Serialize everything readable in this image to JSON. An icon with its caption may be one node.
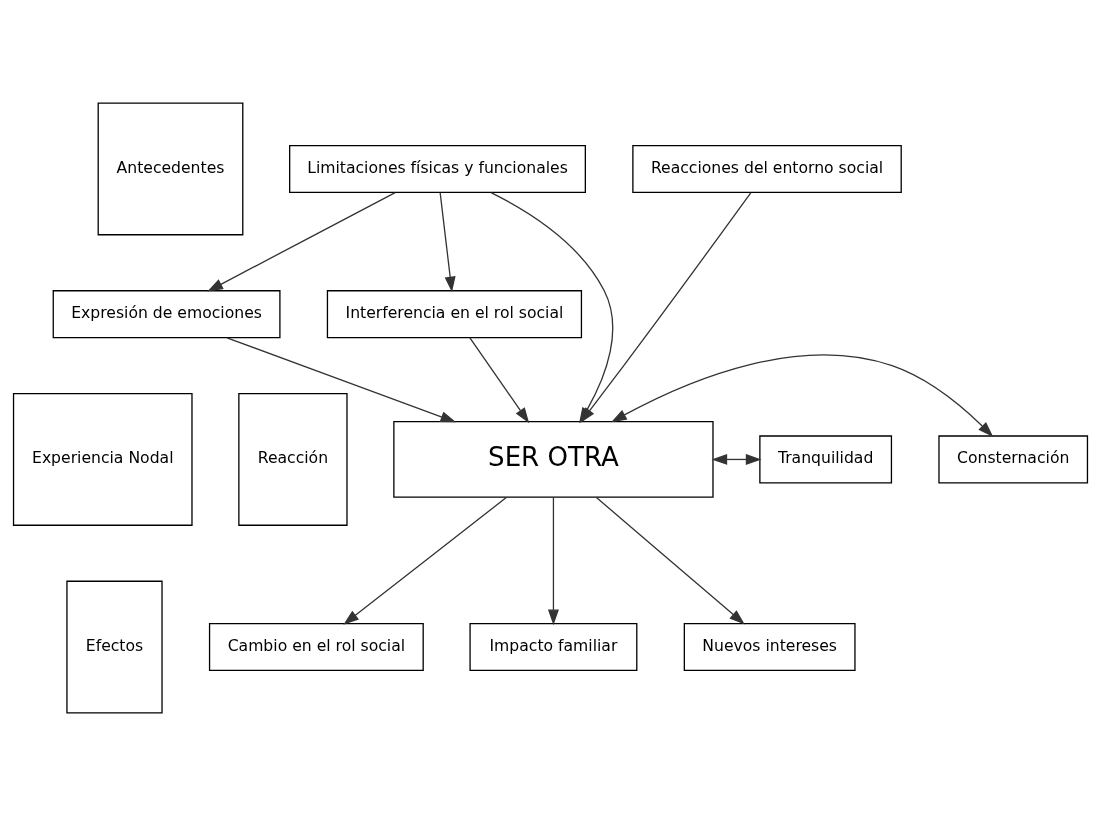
{
  "diagram": {
    "nodes": [
      {
        "text": [
          "Antecedentes"
        ]
      },
      {
        "text": [
          "Experiencia Nodal"
        ]
      },
      {
        "text": [
          "Efectos"
        ]
      },
      {
        "text": [
          "Reacción"
        ]
      },
      {
        "text": [
          "Limitaciones físicas y funcionales"
        ]
      },
      {
        "text": [
          "Reacciones del entorno social"
        ]
      },
      {
        "text": [
          "Expresión de emociones"
        ]
      },
      {
        "text": [
          "Interferencia en el rol social"
        ]
      },
      {
        "text": [
          "SER OTRA"
        ]
      },
      {
        "text": [
          "Consternación"
        ]
      },
      {
        "text": [
          "Tranquilidad"
        ]
      },
      {
        "text": [
          "Cambio en el rol social"
        ]
      },
      {
        "text": [
          "Impacto familiar"
        ]
      },
      {
        "text": [
          "Nuevos intereses"
        ]
      }
    ],
    "edges": [
      {
        "from": 4,
        "to": 6,
        "arrow": "to"
      },
      {
        "from": 4,
        "to": 8,
        "arrow": "to"
      },
      {
        "from": 4,
        "to": 7,
        "arrow": "to"
      },
      {
        "from": 5,
        "to": 8,
        "arrow": "to"
      },
      {
        "from": 6,
        "to": 8,
        "arrow": "to"
      },
      {
        "from": 7,
        "to": 8,
        "arrow": "to"
      },
      {
        "from": 8,
        "to": 9,
        "arrow": "both"
      },
      {
        "from": 8,
        "to": 10,
        "arrow": "both"
      },
      {
        "from": 8,
        "to": 11,
        "arrow": "to"
      },
      {
        "from": 8,
        "to": 12,
        "arrow": "to"
      },
      {
        "from": 8,
        "to": 13,
        "arrow": "to"
      }
    ]
  }
}
